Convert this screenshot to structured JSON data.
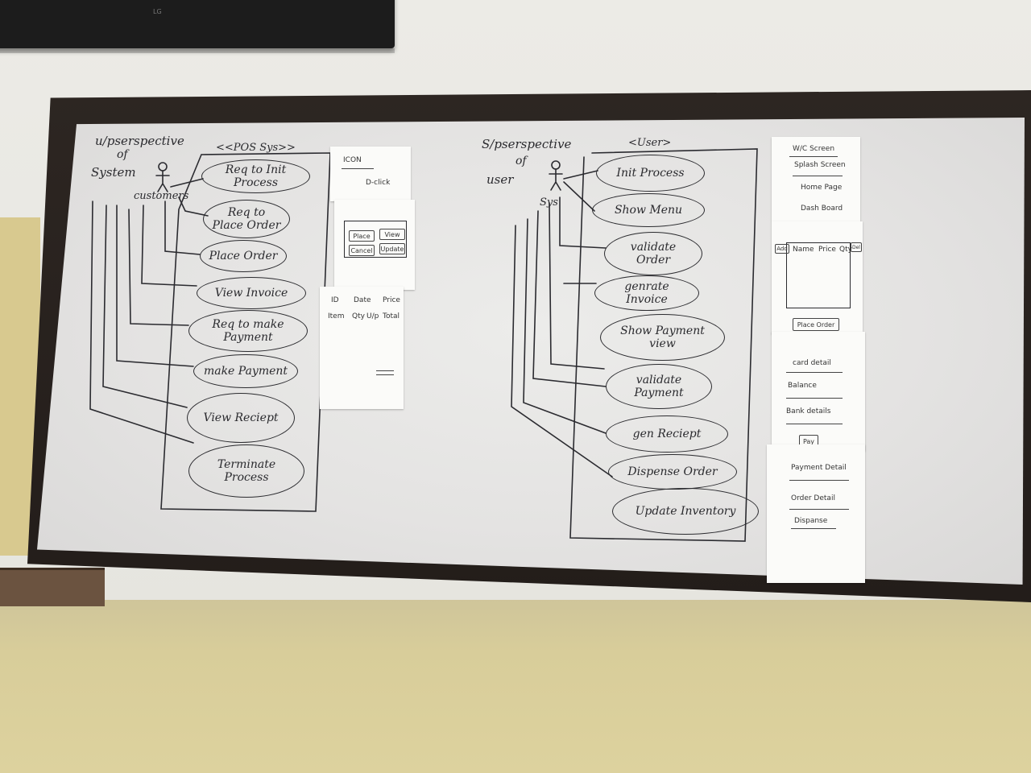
{
  "tv": {
    "brand": "LG"
  },
  "left_diagram": {
    "perspective": [
      "u/pserspective",
      "of",
      "System"
    ],
    "actor": "customers",
    "system_title": "<<POS Sys>>",
    "use_cases": [
      "Req to Init Process",
      "Req to Place Order",
      "Place Order",
      "View Invoice",
      "Req to make Payment",
      "make Payment",
      "View Reciept",
      "Terminate Process"
    ]
  },
  "right_diagram": {
    "perspective": [
      "S/pserspective",
      "of",
      "user"
    ],
    "actor": "Sys",
    "system_title": "<User>",
    "use_cases": [
      "Init Process",
      "Show Menu",
      "validate Order",
      "genrate Invoice",
      "Show Payment view",
      "validate Payment",
      "gen Reciept",
      "Dispense Order",
      "Update Inventory"
    ]
  },
  "left_papers": {
    "p1": {
      "lines": [
        "ICON",
        "D-click"
      ]
    },
    "p2": {
      "buttons": [
        "Place",
        "View",
        "Cancel",
        "Update"
      ]
    },
    "p3": {
      "header": [
        "ID",
        "Date",
        "Price"
      ],
      "row": [
        "Item",
        "Qty",
        "U/p",
        "Total"
      ]
    }
  },
  "right_papers": {
    "p1": {
      "lines": [
        "W/C Screen",
        "Splash Screen",
        "Home Page",
        "Dash Board"
      ]
    },
    "p2": {
      "header": [
        "Add",
        "Name",
        "Price",
        "Qty",
        "Del"
      ],
      "button": "Place Order"
    },
    "p3": {
      "lines": [
        "card detail",
        "Balance",
        "Bank details"
      ],
      "button": "Pay"
    },
    "p4": {
      "lines": [
        "Payment Detail",
        "Order Detail",
        "Dispanse"
      ]
    }
  }
}
